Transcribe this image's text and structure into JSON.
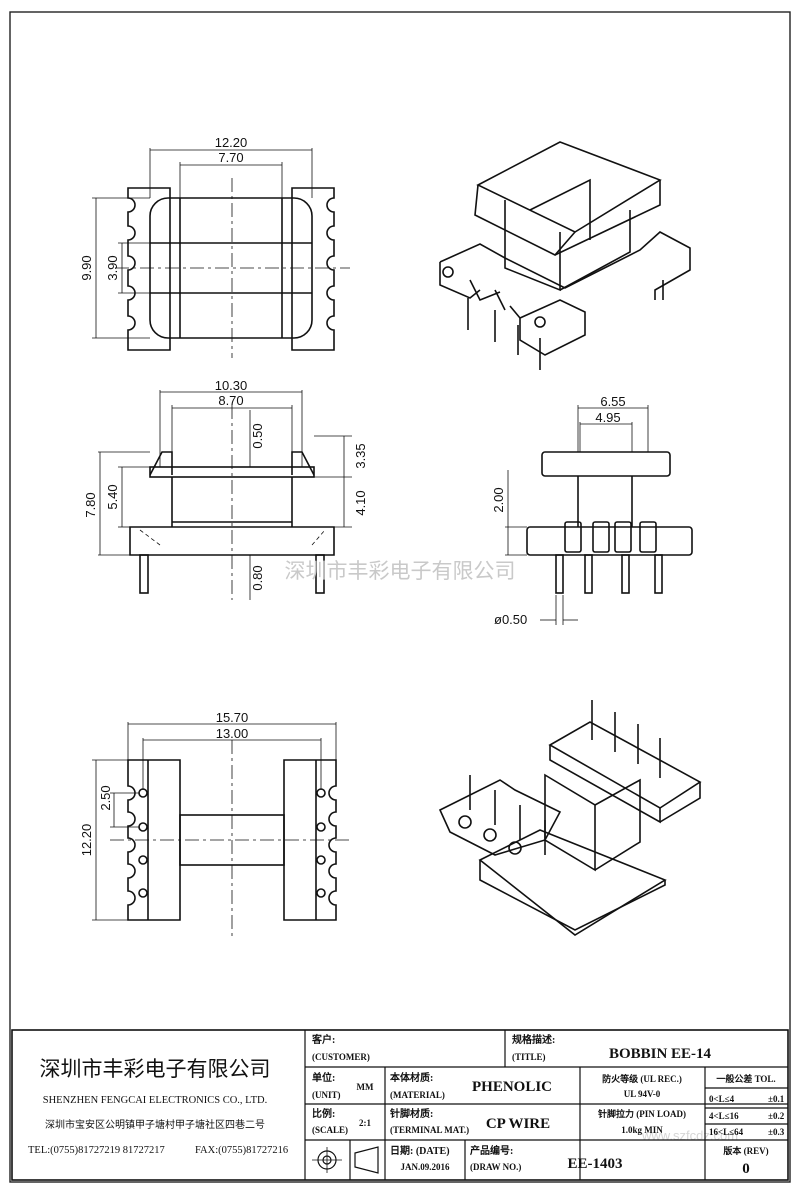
{
  "dimensions": {
    "top": {
      "w_outer": "12.20",
      "w_inner": "7.70",
      "h_outer": "9.90",
      "h_inner": "3.90"
    },
    "front": {
      "w_outer": "10.30",
      "w_inner": "8.70",
      "flange": "0.50",
      "h_total": "7.80",
      "h_mid": "5.40",
      "h_top": "3.35",
      "h_low": "4.10",
      "base": "0.80"
    },
    "side": {
      "w_outer": "6.55",
      "w_inner": "4.95",
      "pin_len": "2.00",
      "pin_dia": "ø0.50"
    },
    "bottom": {
      "w_outer": "15.70",
      "w_inner": "13.00",
      "h_outer": "12.20",
      "pitch": "2.50"
    }
  },
  "watermark": {
    "text": "深圳市丰彩电子有限公司",
    "url": "www.szfcdz.com"
  },
  "title_block": {
    "company_cn": "深圳市丰彩电子有限公司",
    "company_en": "SHENZHEN FENGCAI ELECTRONICS CO., LTD.",
    "address": "深圳市宝安区公明镇甲子塘村甲子塘社区四巷二号",
    "phone": "TEL:(0755)81727219  81727217",
    "fax": "FAX:(0755)81727216",
    "customer_label": "客户:",
    "customer_sub": "(CUSTOMER)",
    "title_label": "规格描述:",
    "title_sub": "(TITLE)",
    "title_value": "BOBBIN EE-14",
    "unit_label": "单位:",
    "unit_sub": "(UNIT)",
    "unit_value": "MM",
    "material_label": "本体材质:",
    "material_sub": "(MATERIAL)",
    "material_value": "PHENOLIC",
    "fire_label": "防火等级 (UL REC.)",
    "fire_value": "UL 94V-0",
    "scale_label": "比例:",
    "scale_sub": "(SCALE)",
    "scale_value": "2:1",
    "terminal_label": "针脚材质:",
    "terminal_sub": "(TERMINAL MAT.)",
    "terminal_value": "CP WIRE",
    "pinload_label": "针脚拉力 (PIN LOAD)",
    "pinload_value": "1.0kg MIN",
    "tol_title": "一般公差 TOL.",
    "tol": [
      {
        "range": "0<L≤4",
        "value": "±0.1"
      },
      {
        "range": "4<L≤16",
        "value": "±0.2"
      },
      {
        "range": "16<L≤64",
        "value": "±0.3"
      }
    ],
    "date_label": "日期: (DATE)",
    "date_value": "JAN.09.2016",
    "drawno_label": "产品编号:",
    "drawno_sub": "(DRAW NO.)",
    "drawno_value": "EE-1403",
    "rev_label": "版本 (REV)",
    "rev_value": "0"
  }
}
